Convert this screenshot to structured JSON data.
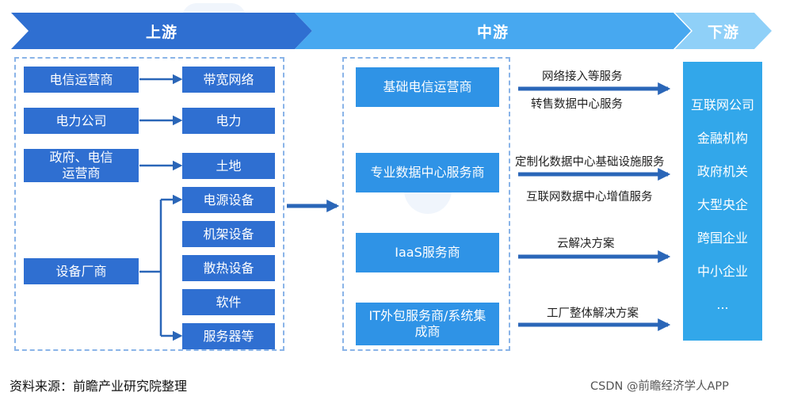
{
  "stages": {
    "upstream": "上游",
    "midstream": "中游",
    "downstream": "下游"
  },
  "upstream": {
    "suppliers": [
      "电信运营商",
      "电力公司",
      "政府、电信运营商",
      "设备厂商"
    ],
    "resources": [
      "带宽网络",
      "电力",
      "土地",
      "电源设备",
      "机架设备",
      "散热设备",
      "软件",
      "服务器等"
    ]
  },
  "midstream": {
    "providers": [
      "基础电信运营商",
      "专业数据中心服务商",
      "IaaS服务商",
      "IT外包服务商/系统集成商"
    ]
  },
  "flows": [
    {
      "above": "网络接入等服务",
      "below": "转售数据中心服务"
    },
    {
      "above": "定制化数据中心基础设施服务",
      "below": "互联网数据中心增值服务"
    },
    {
      "above": "云解决方案",
      "below": ""
    },
    {
      "above": "工厂整体解决方案",
      "below": ""
    }
  ],
  "downstream": {
    "customers": [
      "互联网公司",
      "金融机构",
      "政府机关",
      "大型央企",
      "跨国企业",
      "中小企业",
      "..."
    ]
  },
  "footer": {
    "source": "资料来源：前瞻产业研究院整理",
    "credit": "CSDN @前瞻经济学人APP"
  },
  "colors": {
    "upstream": "#2f6fd1",
    "midstream": "#47a8f0",
    "downstream": "#8fd0f8",
    "arrow": "#2a66b8"
  }
}
